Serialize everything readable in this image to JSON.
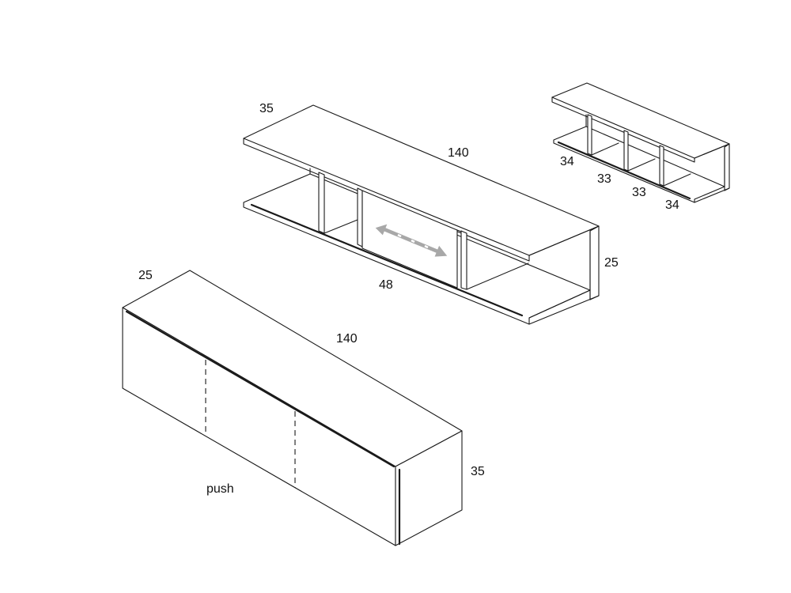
{
  "labels": {
    "big_unit_depth": "35",
    "big_unit_width": "140",
    "big_unit_height": "25",
    "door_width": "48",
    "small_unit_left_outer": "34",
    "small_unit_left_inner": "33",
    "small_unit_right_inner": "33",
    "small_unit_right_outer": "34",
    "closed_unit_depth": "25",
    "closed_unit_width": "140",
    "closed_unit_height": "35",
    "push": "push"
  },
  "colors": {
    "line": "#1a1a1a",
    "arrow": "#a8a8a8"
  },
  "icons": {
    "sliding_arrow": "double-headed-arrow-icon"
  }
}
